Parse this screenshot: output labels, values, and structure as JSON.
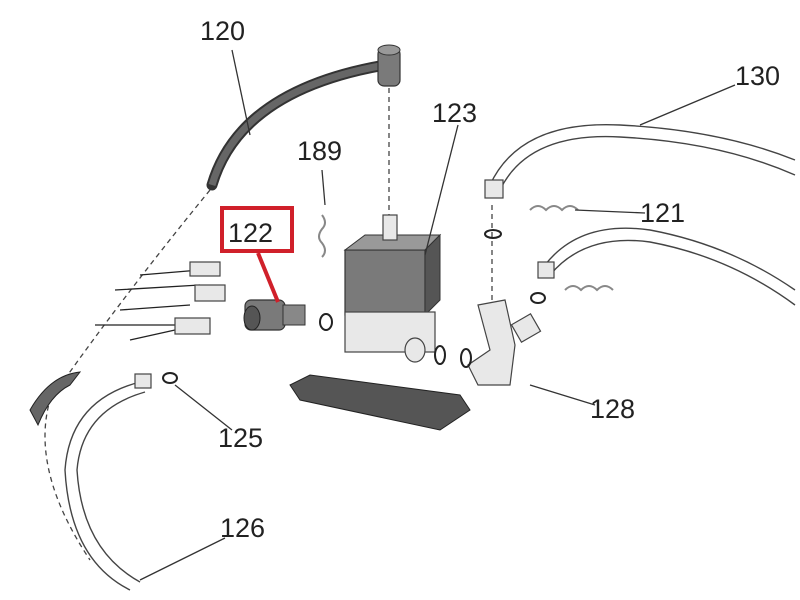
{
  "diagram": {
    "labels": {
      "p120": "120",
      "p189": "189",
      "p122": "122",
      "p123": "123",
      "p130": "130",
      "p121": "121",
      "p128": "128",
      "p125": "125",
      "p126": "126"
    },
    "highlight_part": "122",
    "highlight_color": "#d0202a"
  }
}
